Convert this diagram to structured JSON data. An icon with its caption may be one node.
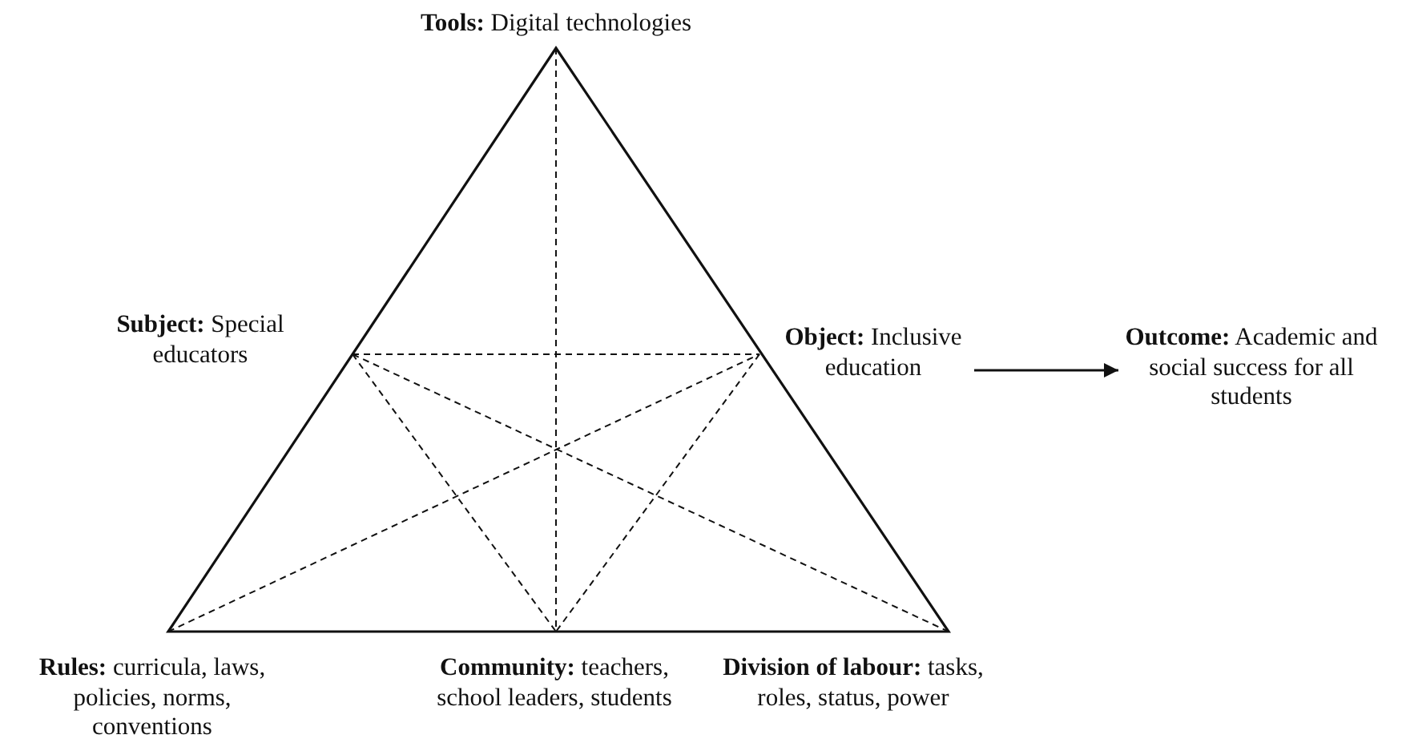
{
  "diagram": {
    "nodes": [
      {
        "text": [
          "**Tools:** Digital technologies"
        ]
      },
      {
        "text": [
          "**Subject:** Special educators"
        ]
      },
      {
        "text": [
          "**Object:** Inclusive education"
        ]
      },
      {
        "text": [
          "**Outcome:** Academic and social success for all students"
        ]
      },
      {
        "text": [
          "**Rules:** curricula, laws, policies, norms, conventions"
        ]
      },
      {
        "text": [
          "**Community:** teachers, school leaders, students"
        ]
      },
      {
        "text": [
          "**Division of labour:** tasks, roles, status, power"
        ]
      }
    ],
    "edges": [
      {
        "from": 2,
        "to": 3,
        "arrow": "to"
      }
    ]
  }
}
